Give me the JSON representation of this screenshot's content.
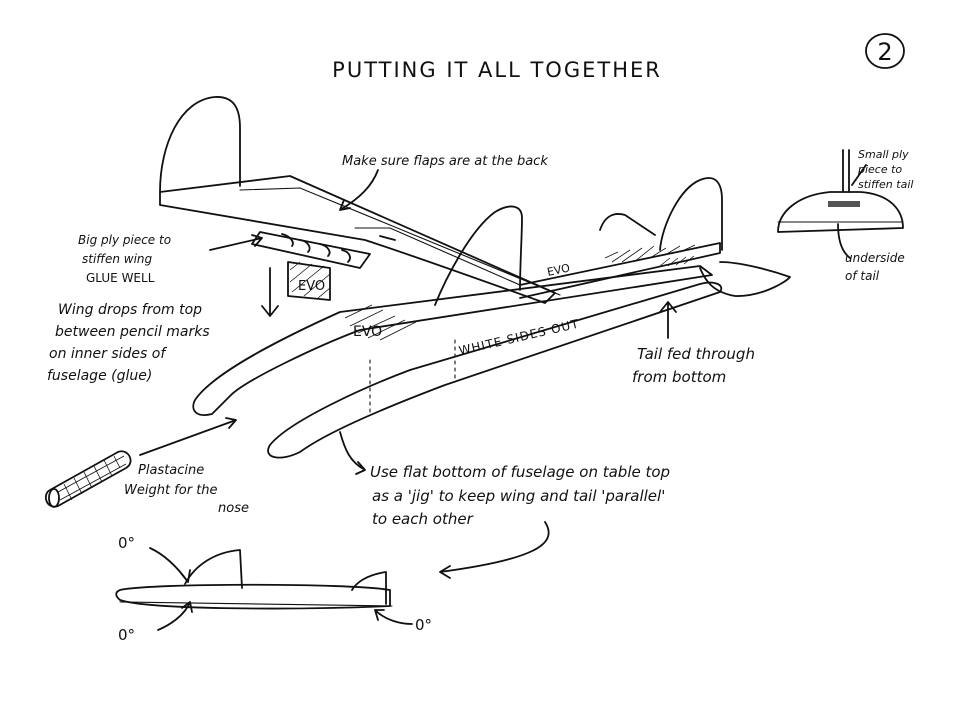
{
  "page_number": "2",
  "title": "PUTTING IT ALL TOGETHER",
  "notes": {
    "flaps": "Make sure flaps are at the back",
    "ply_line1": "Big ply piece to",
    "ply_line2": "stiffen wing",
    "ply_line3": "GLUE WELL",
    "wing_line1": "Wing drops from top",
    "wing_line2": "between pencil marks",
    "wing_line3": "on inner sides of",
    "wing_line4": "fuselage (glue)",
    "tail_fed_line1": "Tail fed through",
    "tail_fed_line2": "from bottom",
    "small_ply_line1": "Small ply",
    "small_ply_line2": "piece to",
    "small_ply_line3": "stiffen tail",
    "underside_line1": "underside",
    "underside_line2": "of tail",
    "plasticine_line1": "Plastacine",
    "plasticine_line2": "Weight for the",
    "plasticine_line3": "nose",
    "jig_line1": "Use flat bottom of fuselage on table top",
    "jig_line2": "as a 'jig' to keep wing and tail 'parallel'",
    "jig_line3": "to each other",
    "evo_wing": "EVO",
    "evo_fuselage": "EVO",
    "evo_boom": "EVO",
    "white_sides": "WHITE SIDES OUT",
    "zero_top": "0°",
    "zero_bottom_left": "0°",
    "zero_bottom_right": "0°"
  }
}
